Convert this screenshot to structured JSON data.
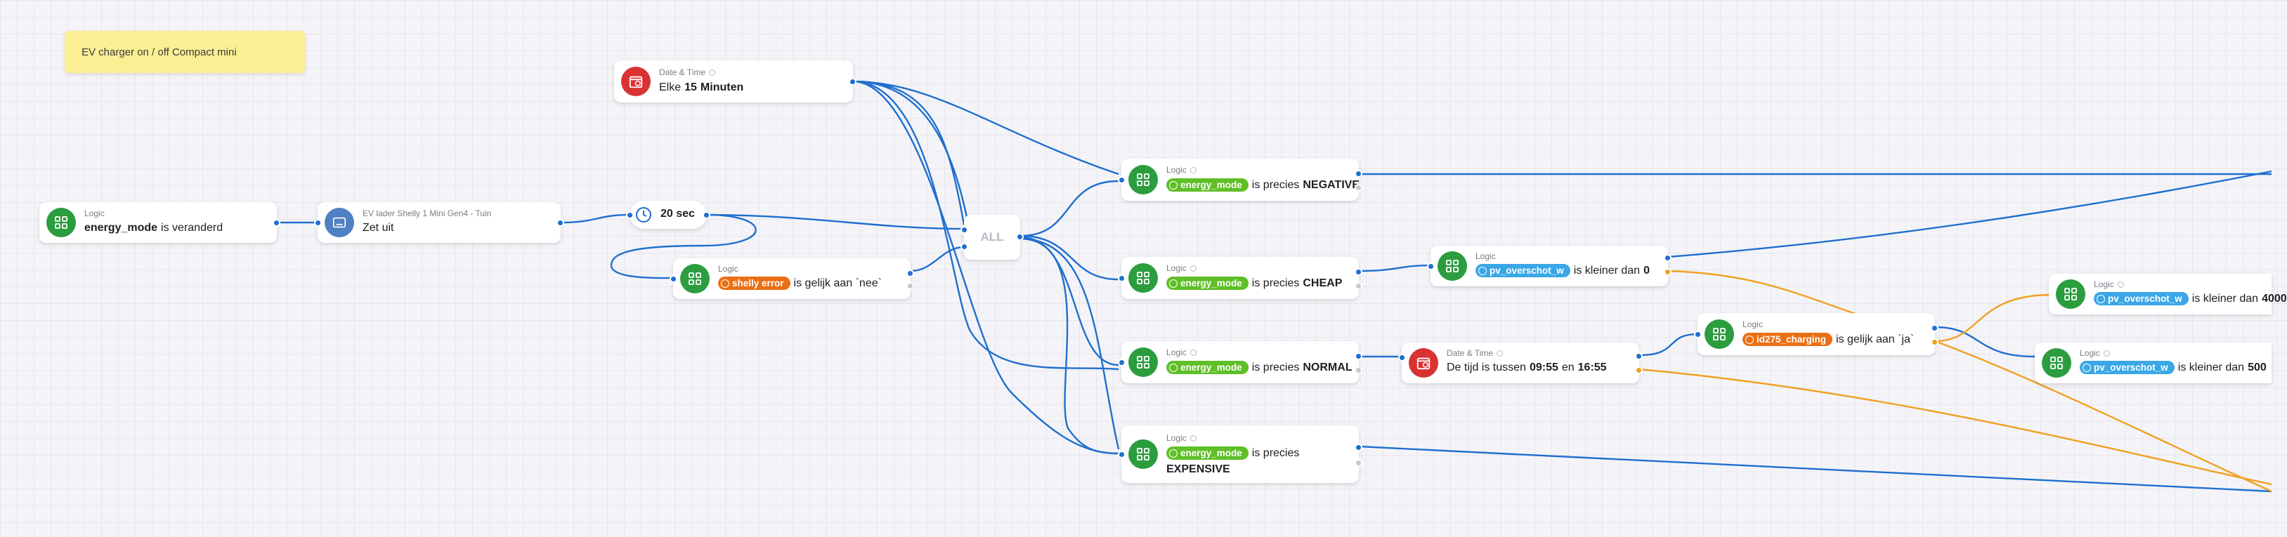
{
  "note": {
    "text": "EV charger on / off Compact mini"
  },
  "cards": {
    "trigger_datetime": {
      "caption": "Date & Time",
      "prefix": "Elke",
      "amount": "15",
      "unit": "Minuten"
    },
    "logic_energy_changed": {
      "caption": "Logic",
      "var": "energy_mode",
      "rest": "is veranderd"
    },
    "device_shelly": {
      "caption": "EV lader Shelly 1 Mini Gen4 - Tuin",
      "text": "Zet uit"
    },
    "timer": {
      "text": "20 sec"
    },
    "logic_shelly_error": {
      "caption": "Logic",
      "var": "shelly error",
      "rest": "is gelijk aan `nee`"
    },
    "all": {
      "text": "ALL"
    },
    "logic_negative": {
      "caption": "Logic",
      "var": "energy_mode",
      "rest": "is precies",
      "value": "NEGATIVE"
    },
    "logic_cheap": {
      "caption": "Logic",
      "var": "energy_mode",
      "rest": "is precies",
      "value": "CHEAP"
    },
    "logic_normal": {
      "caption": "Logic",
      "var": "energy_mode",
      "rest": "is precies",
      "value": "NORMAL"
    },
    "logic_expensive": {
      "caption": "Logic",
      "var": "energy_mode",
      "rest": "is precies",
      "value": "EXPENSIVE"
    },
    "logic_pv_zero": {
      "caption": "Logic",
      "var": "pv_overschot_w",
      "rest": "is kleiner dan",
      "value": "0"
    },
    "datetime_between": {
      "caption": "Date & Time",
      "text": "De tijd is tussen",
      "start": "09:55",
      "and": "en",
      "end": "16:55"
    },
    "logic_id275": {
      "caption": "Logic",
      "var": "id275_charging",
      "rest": "is gelijk aan `ja`"
    },
    "logic_pv_4000": {
      "caption": "Logic",
      "var": "pv_overschot_w",
      "rest": "is kleiner dan",
      "value": "4000"
    },
    "logic_pv_500": {
      "caption": "Logic",
      "var": "pv_overschot_w",
      "rest": "is kleiner dan",
      "value": "500"
    }
  },
  "colors": {
    "wire_blue": "#1f6fce",
    "wire_orange": "#f0a020",
    "logic_green": "#2b9d3f",
    "datetime_red": "#d93232",
    "device_blue": "#4f80c2",
    "note_yellow": "#fbef94"
  },
  "icons": {
    "logic": "logic-grid-icon",
    "datetime": "calendar-clock-icon",
    "device": "device-icon",
    "timer": "clock-icon"
  }
}
